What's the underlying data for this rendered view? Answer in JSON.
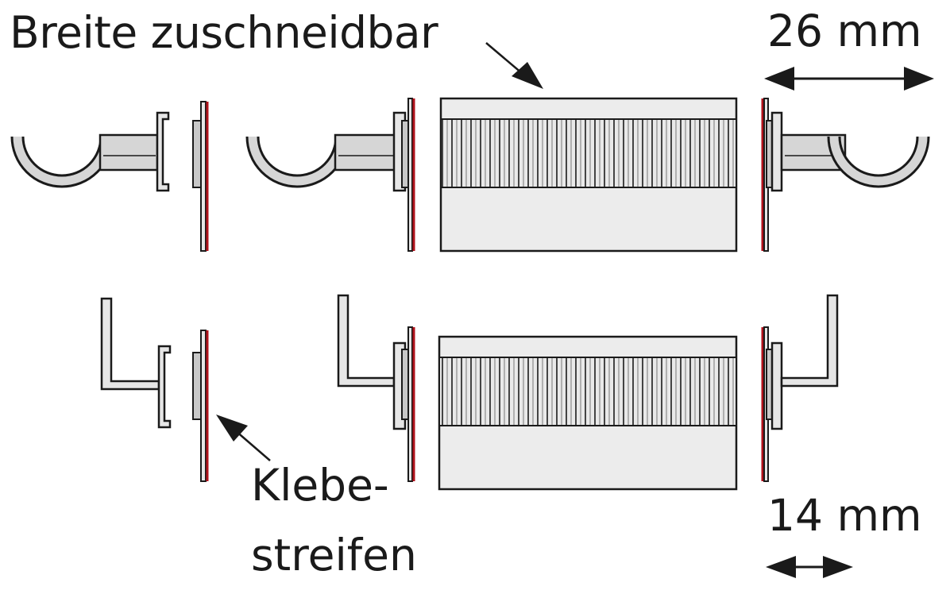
{
  "labels": {
    "width_cuttable": "Breite zuschneidbar",
    "depth_top": "26 mm",
    "depth_bottom": "14 mm",
    "adhesive_line1": "Klebe-",
    "adhesive_line2": "streifen"
  },
  "colors": {
    "outline": "#1a1a1a",
    "metal": "#d2d2d2",
    "metal_light": "#e6e6e6",
    "adhesive": "#b0121b",
    "stripe_bg": "#e8e8e8"
  }
}
